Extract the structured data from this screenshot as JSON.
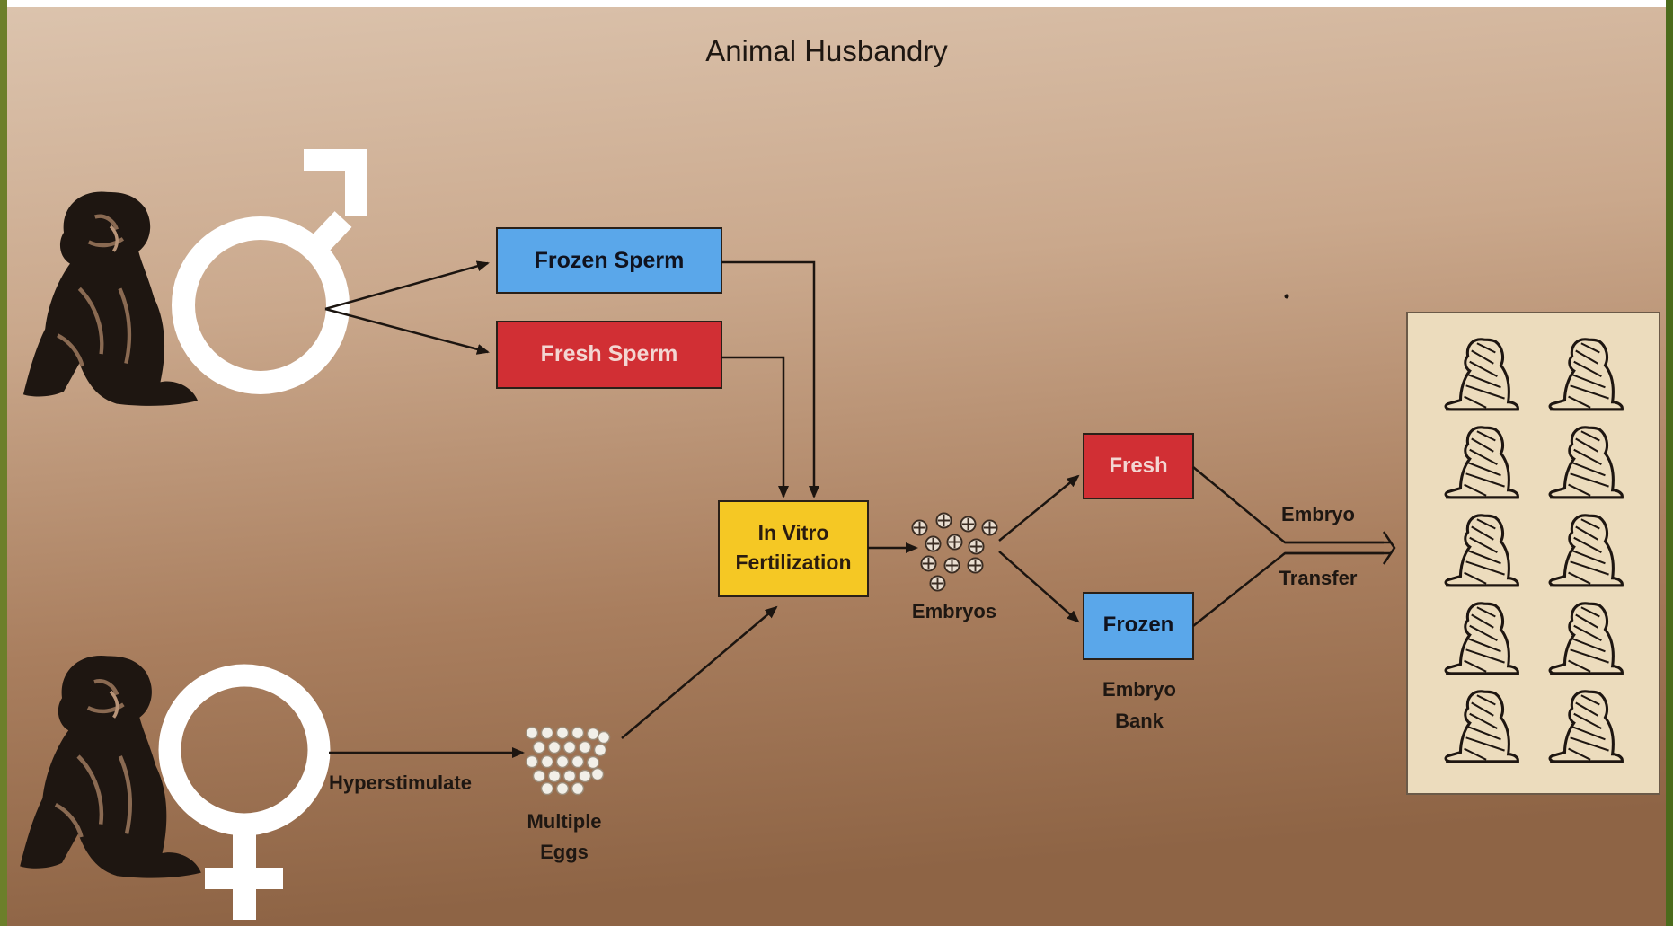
{
  "title": "Animal Husbandry",
  "boxes": {
    "frozen_sperm": "Frozen Sperm",
    "fresh_sperm": "Fresh Sperm",
    "ivf_line1": "In Vitro",
    "ivf_line2": "Fertilization",
    "fresh_embryo": "Fresh",
    "frozen_embryo": "Frozen"
  },
  "labels": {
    "hyperstimulate": "Hyperstimulate",
    "multiple_eggs_line1": "Multiple",
    "multiple_eggs_line2": "Eggs",
    "embryos": "Embryos",
    "embryo_bank_line1": "Embryo",
    "embryo_bank_line2": "Bank",
    "embryo_transfer_line1": "Embryo",
    "embryo_transfer_line2": "Transfer"
  },
  "colors": {
    "frozen": "#5aa7ea",
    "fresh": "#d12f34",
    "ivf": "#f5c824",
    "background_top": "#d3b9a4",
    "background_bottom": "#8c6243",
    "offspring_panel": "#ecdcbd",
    "symbol": "#ffffff"
  },
  "icons": [
    "male-symbol-icon",
    "female-symbol-icon",
    "macaque-illustration",
    "offspring-grid"
  ]
}
